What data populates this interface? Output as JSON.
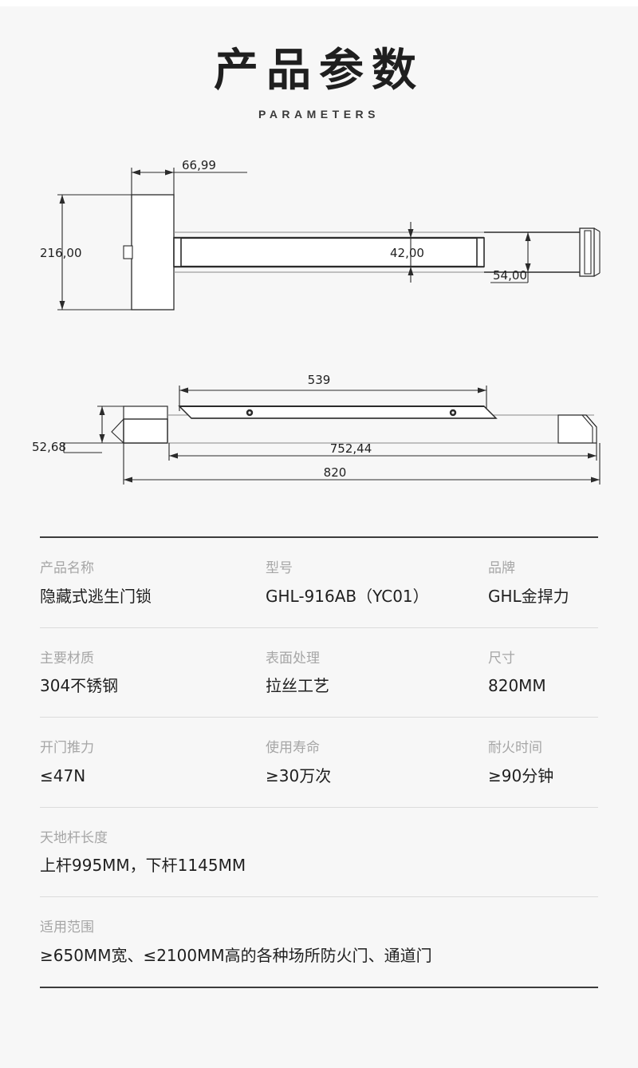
{
  "header": {
    "title_cn": "产品参数",
    "title_en": "PARAMETERS"
  },
  "drawings": {
    "top": {
      "name": "front-elevation-drawing",
      "dimensions": {
        "width_plate": "66,99",
        "height_plate": "216,00",
        "bar_height": "42,00",
        "end_height": "54,00"
      }
    },
    "bottom": {
      "name": "side-profile-drawing",
      "dimensions": {
        "push_bar_length": "539",
        "inner_length": "752,44",
        "overall_length": "820",
        "profile_height": "52,68"
      }
    }
  },
  "spec_table": {
    "rows": [
      {
        "layout": "cols3",
        "cells": [
          {
            "label": "产品名称",
            "value": "隐藏式逃生门锁"
          },
          {
            "label": "型号",
            "value": "GHL-916AB（YC01）"
          },
          {
            "label": "品牌",
            "value": "GHL金捍力"
          }
        ]
      },
      {
        "layout": "cols3",
        "cells": [
          {
            "label": "主要材质",
            "value": "304不锈钢"
          },
          {
            "label": "表面处理",
            "value": "拉丝工艺"
          },
          {
            "label": "尺寸",
            "value": "820MM"
          }
        ]
      },
      {
        "layout": "cols3",
        "cells": [
          {
            "label": "开门推力",
            "value": "≤47N"
          },
          {
            "label": "使用寿命",
            "value": "≥30万次"
          },
          {
            "label": "耐火时间",
            "value": "≥90分钟"
          }
        ]
      },
      {
        "layout": "cols1",
        "cells": [
          {
            "label": "天地杆长度",
            "value": "上杆995MM，下杆1145MM"
          }
        ]
      },
      {
        "layout": "cols1",
        "cells": [
          {
            "label": "适用范围",
            "value": "≥650MM宽、≤2100MM高的各种场所防火门、通道门"
          }
        ]
      }
    ]
  },
  "colors": {
    "background": "#f7f7f7",
    "text_primary": "#1f1f1f",
    "text_muted": "#a6a6a6",
    "rule_strong": "#3c3c3c",
    "rule_light": "#dcdcdc",
    "drawing_line": "#2b2b2b"
  }
}
